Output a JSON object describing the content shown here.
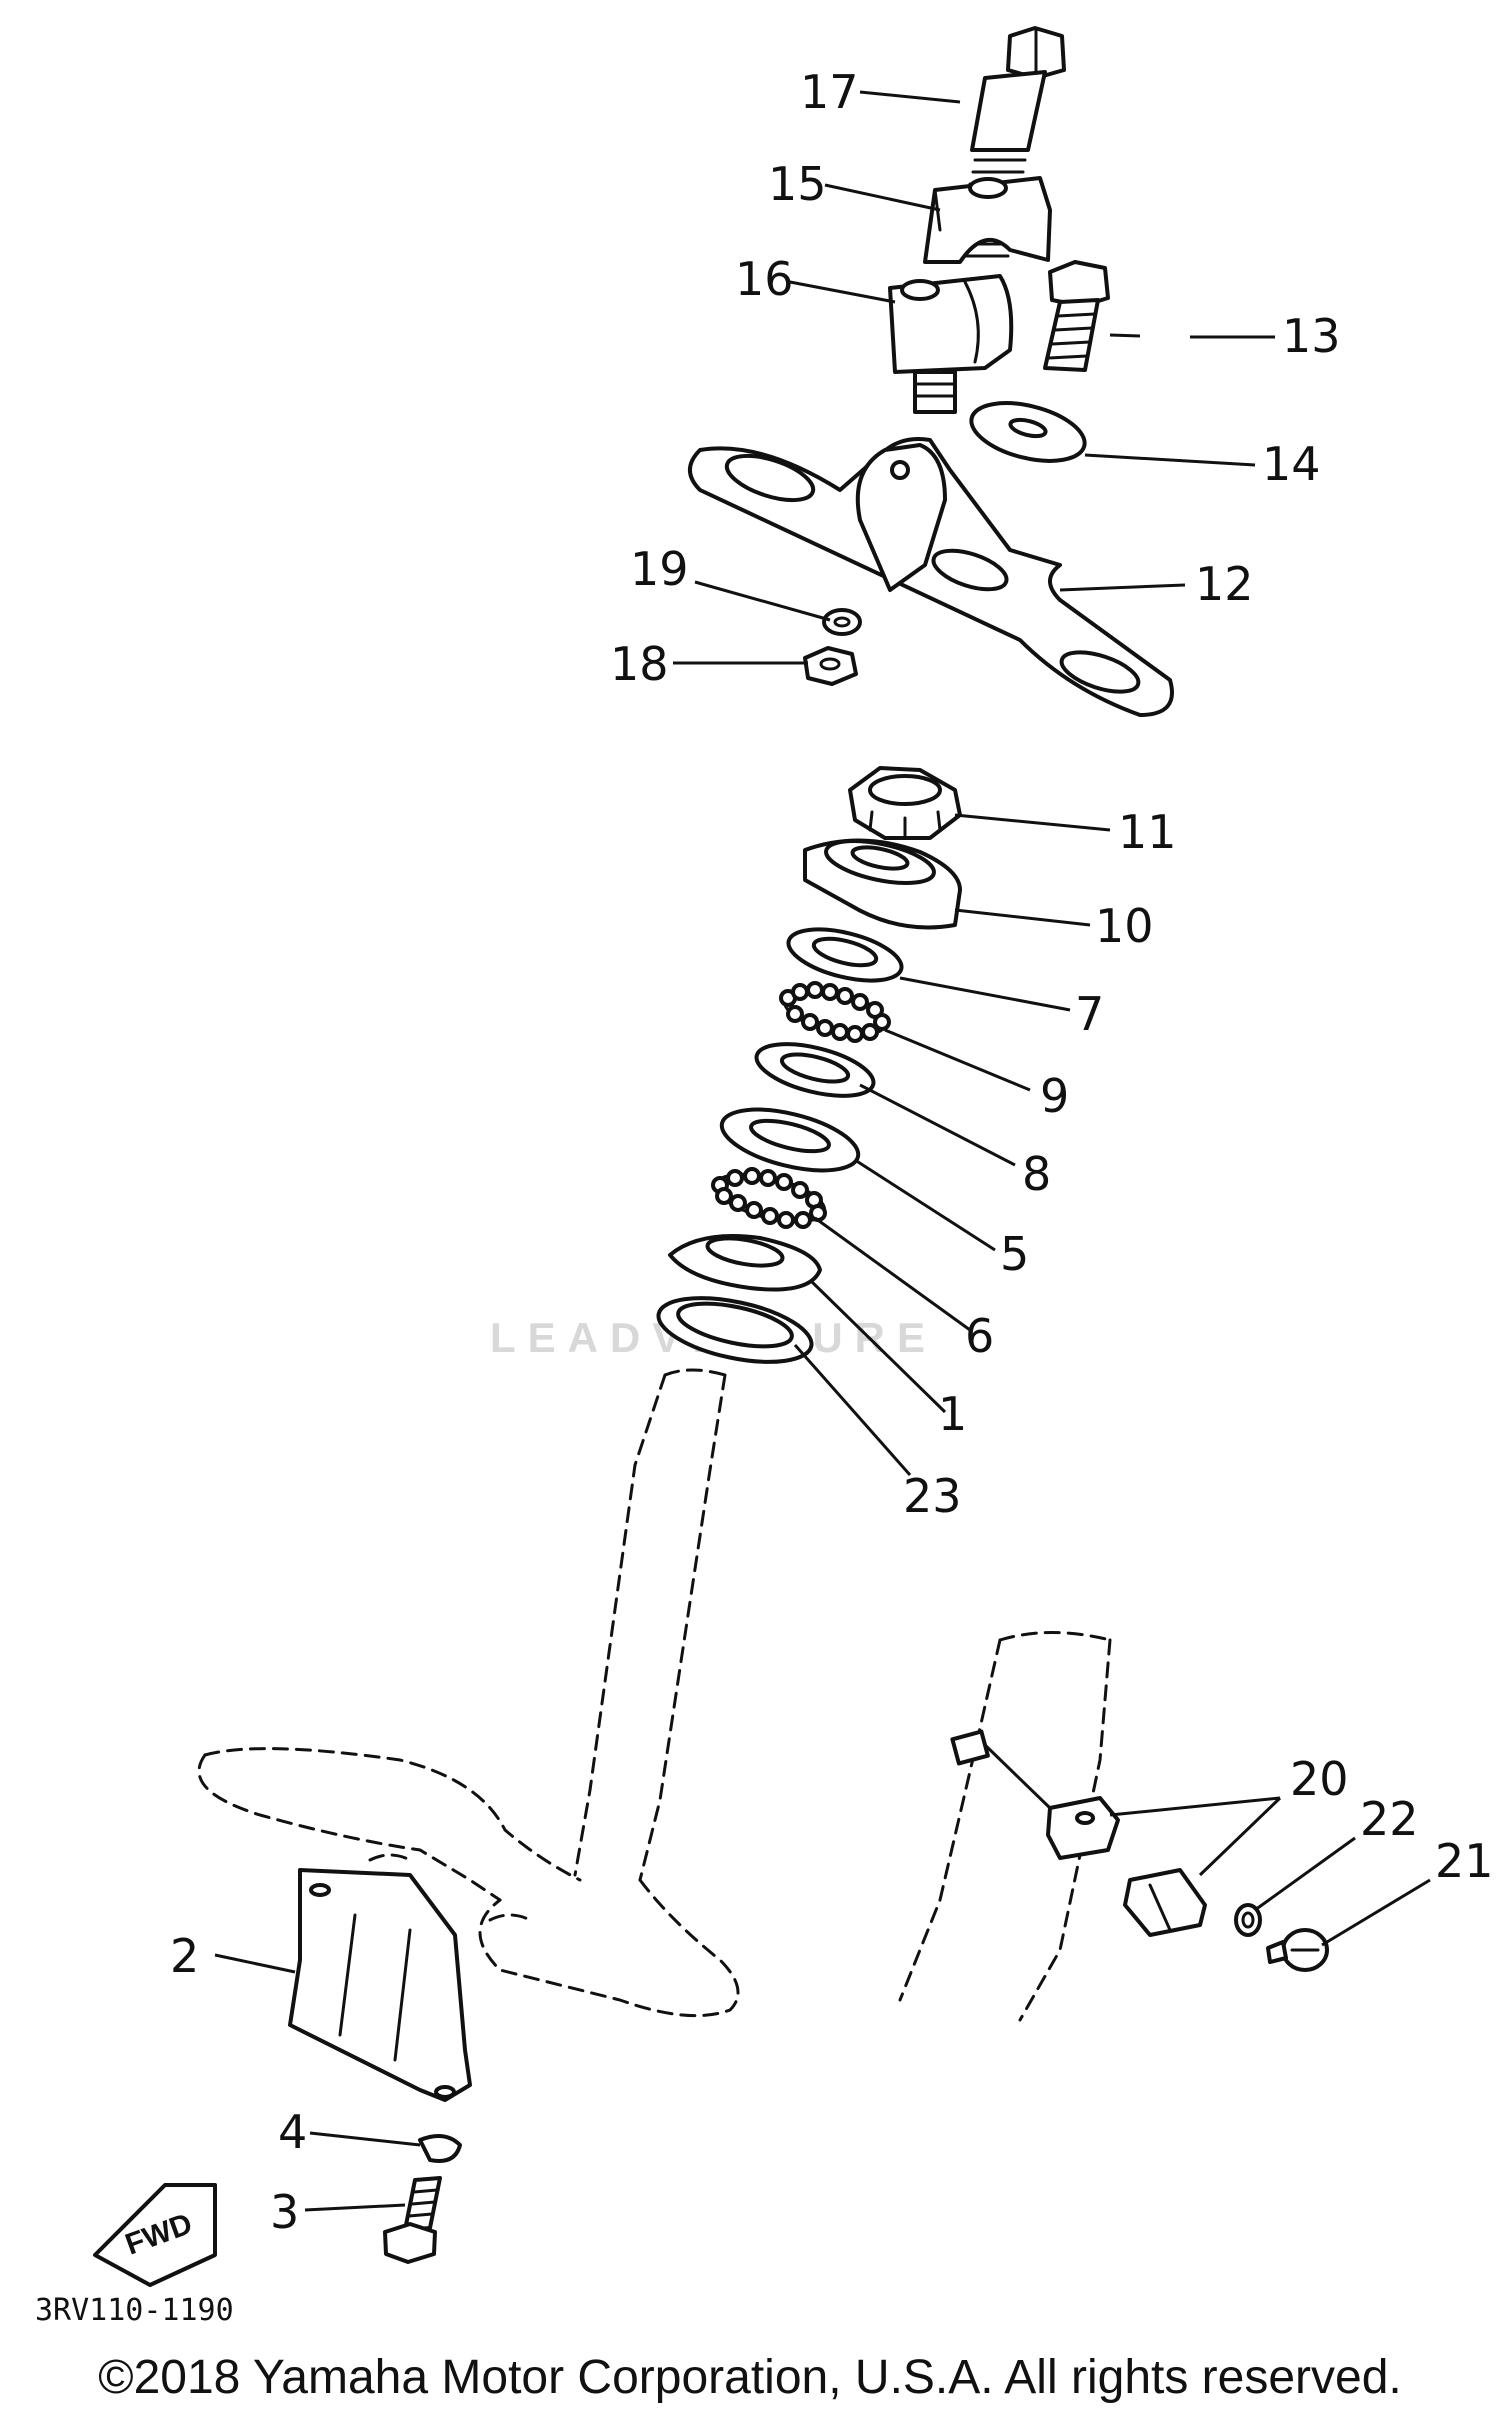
{
  "diagram": {
    "callouts": [
      "17",
      "15",
      "16",
      "13",
      "14",
      "12",
      "19",
      "18",
      "11",
      "10",
      "7",
      "9",
      "8",
      "5",
      "6",
      "1",
      "23",
      "20",
      "22",
      "21",
      "2",
      "4",
      "3"
    ],
    "watermark": "LEADVENTURE",
    "fwd_label": "FWD",
    "drawing_code": "3RV110-1190"
  },
  "footer": {
    "copyright": "©2018 Yamaha Motor Corporation, U.S.A. All rights reserved."
  }
}
